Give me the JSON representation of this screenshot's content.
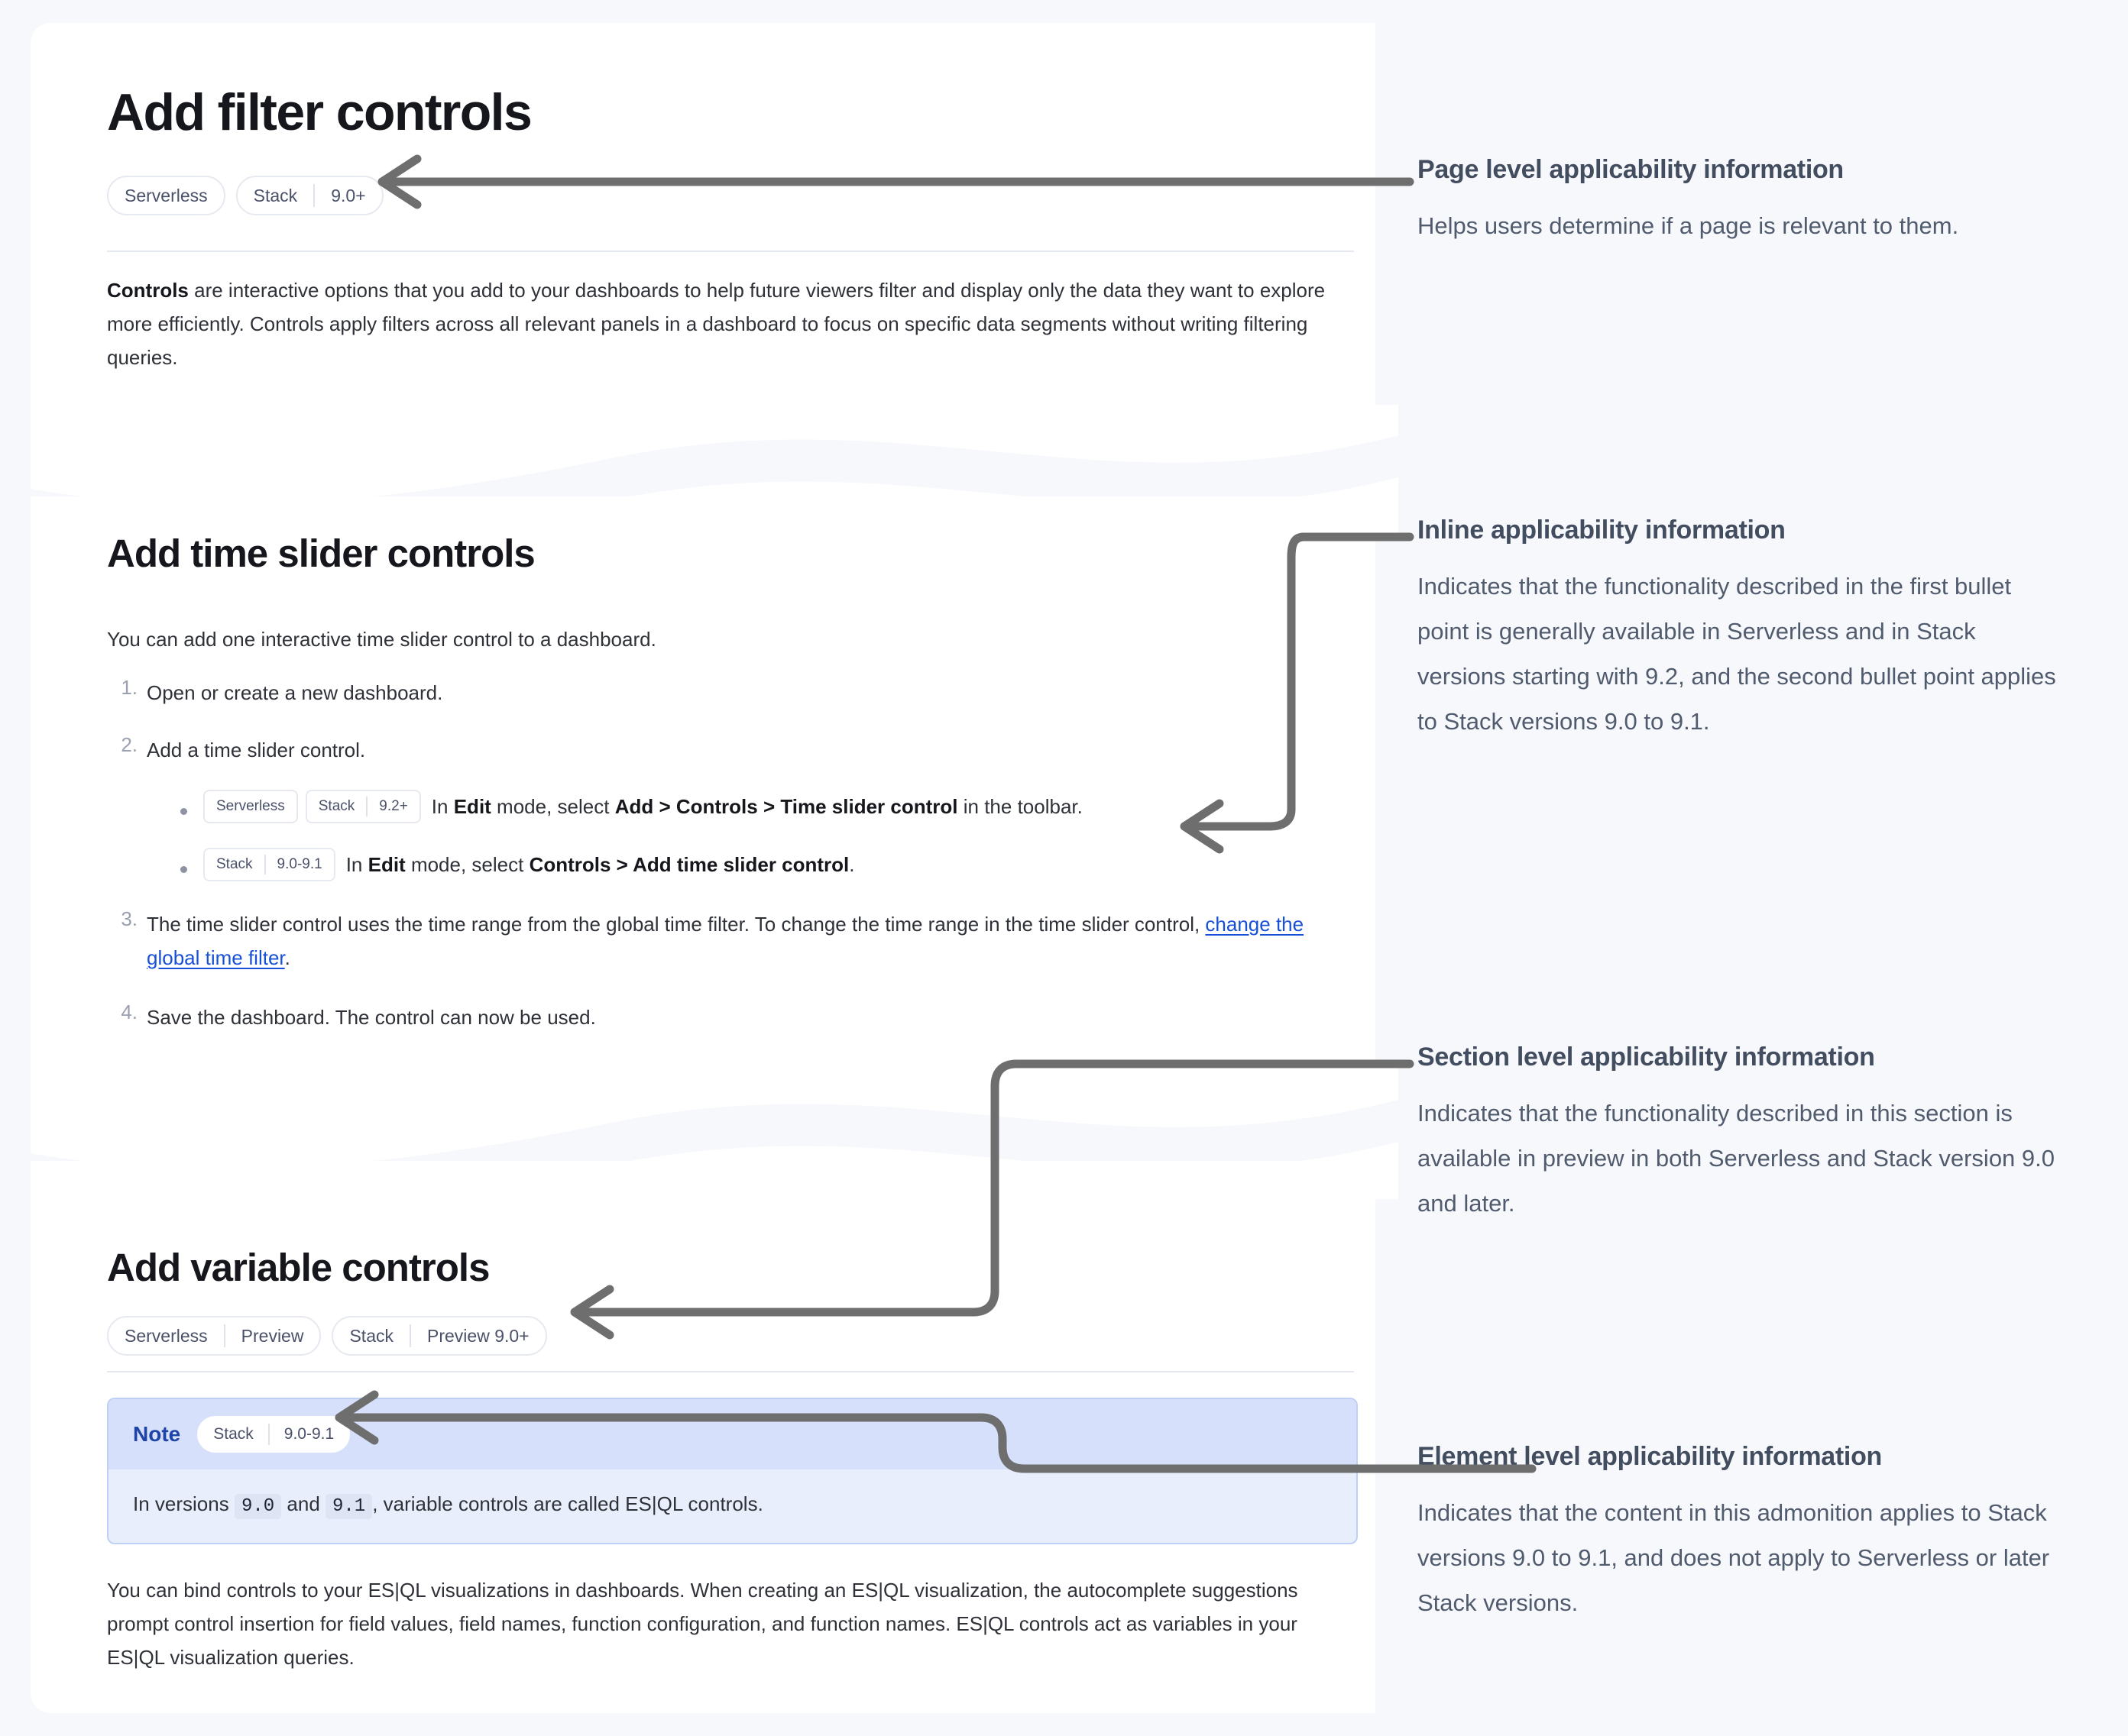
{
  "page": {
    "title": "Add filter controls",
    "intro_lead": "Controls",
    "intro_rest": " are interactive options that you add to your dashboards to help future viewers filter and display only the data they want to explore more efficiently. Controls apply filters across all relevant panels in a dashboard to focus on specific data segments without writing filtering queries.",
    "applicability": [
      {
        "name": "Serverless",
        "version": ""
      },
      {
        "name": "Stack",
        "version": "9.0+"
      }
    ]
  },
  "time_slider_section": {
    "heading": "Add time slider controls",
    "lede": "You can add one interactive time slider control to a dashboard.",
    "steps": [
      {
        "num": "1.",
        "text": "Open or create a new dashboard."
      },
      {
        "num": "2.",
        "text": "Add a time slider control."
      },
      {
        "num": "3.",
        "text_before": "The time slider control uses the time range from the global time filter. To change the time range in the time slider control, ",
        "link": "change the global time filter",
        "text_after": "."
      },
      {
        "num": "4.",
        "text": "Save the dashboard. The control can now be used."
      }
    ],
    "bullets": [
      {
        "badges": [
          {
            "name": "Serverless",
            "version": ""
          },
          {
            "name": "Stack",
            "version": "9.2+"
          }
        ],
        "parts": [
          {
            "text": "In ",
            "bold": false
          },
          {
            "text": "Edit",
            "bold": true
          },
          {
            "text": " mode, select ",
            "bold": false
          },
          {
            "text": "Add > Controls > Time slider control",
            "bold": true
          },
          {
            "text": " in the toolbar.",
            "bold": false
          }
        ]
      },
      {
        "badges": [
          {
            "name": "Stack",
            "version": "9.0-9.1"
          }
        ],
        "parts": [
          {
            "text": "In ",
            "bold": false
          },
          {
            "text": "Edit",
            "bold": true
          },
          {
            "text": " mode, select ",
            "bold": false
          },
          {
            "text": "Controls > Add time slider control",
            "bold": true
          },
          {
            "text": ".",
            "bold": false
          }
        ]
      }
    ]
  },
  "variable_section": {
    "heading": "Add variable controls",
    "applicability": [
      {
        "name": "Serverless",
        "version": "Preview"
      },
      {
        "name": "Stack",
        "version": "Preview 9.0+"
      }
    ],
    "note": {
      "label": "Note",
      "badge": {
        "name": "Stack",
        "version": "9.0-9.1"
      },
      "body_before": "In versions ",
      "code_one": "9.0",
      "body_mid": " and ",
      "code_two": "9.1",
      "body_after": ", variable controls are called ES|QL controls."
    },
    "paragraph": "You can bind controls to your ES|QL visualizations in dashboards. When creating an ES|QL visualization, the autocomplete suggestions prompt control insertion for field values, field names, function configuration, and function names. ES|QL controls act as variables in your ES|QL visualization queries."
  },
  "annotations": [
    {
      "id": "page",
      "title": "Page level applicability information",
      "body": "Helps users determine if a page is relevant to them."
    },
    {
      "id": "inline",
      "title": "Inline applicability information",
      "body": "Indicates that the functionality described in the first bullet point is generally available in Serverless and in Stack versions starting with 9.2, and the second bullet point applies to Stack versions 9.0 to 9.1."
    },
    {
      "id": "section",
      "title": "Section level applicability information",
      "body": "Indicates that the functionality described in this section is available in preview in both Serverless and Stack version 9.0 and later."
    },
    {
      "id": "element",
      "title": "Element level applicability information",
      "body": "Indicates that the content in this admonition applies to Stack versions 9.0 to 9.1, and does not apply to Serverless or later Stack versions."
    }
  ],
  "colors": {
    "page_background": "#f7f8fc",
    "panel_background": "#ffffff",
    "connector": "#6e6e6e",
    "annotation_title": "#434d60",
    "annotation_body": "#515b6e",
    "link": "#1750d6",
    "note_border": "#bed0f6",
    "note_header": "#d6e0fa",
    "note_body": "#e9eefc",
    "note_label": "#1f44a8",
    "badge_text": "#4a5169",
    "badge_border": "#e7e9f0"
  }
}
